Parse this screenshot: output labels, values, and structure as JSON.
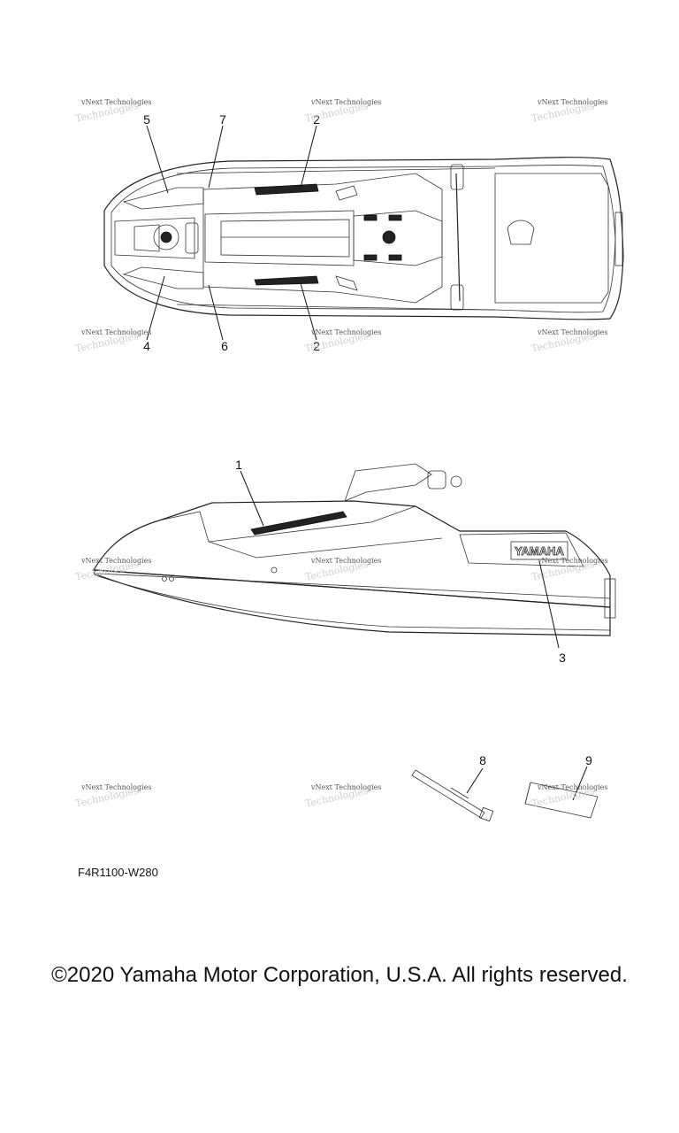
{
  "watermark": {
    "line1": "vNext Technologies",
    "line2": "Technologies"
  },
  "callouts": {
    "c1": "1",
    "c2a": "2",
    "c2b": "2",
    "c3": "3",
    "c4": "4",
    "c5": "5",
    "c6": "6",
    "c7": "7",
    "c8": "8",
    "c9": "9"
  },
  "side_view": {
    "brand_decal": "YAMAHA"
  },
  "diagram_code": "F4R1100-W280",
  "copyright": "©2020 Yamaha Motor Corporation, U.S.A. All rights reserved."
}
